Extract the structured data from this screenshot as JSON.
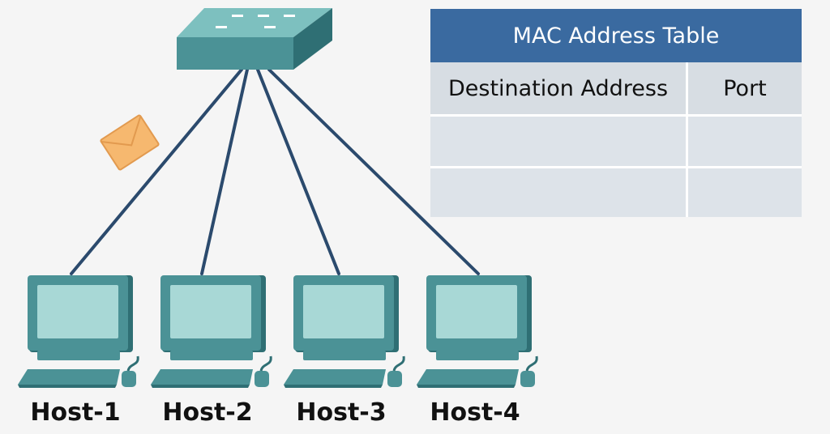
{
  "mac_table": {
    "title": "MAC Address Table",
    "columns": [
      "Destination Address",
      "Port"
    ],
    "rows": [
      [
        "",
        ""
      ],
      [
        "",
        ""
      ]
    ]
  },
  "hosts": [
    "Host-1",
    "Host-2",
    "Host-3",
    "Host-4"
  ],
  "colors": {
    "teal": "#4b9296",
    "teal_dark": "#2f6f74",
    "screen": "#a8d8d6",
    "cable": "#2b4a6d",
    "envelope": "#f6b86f",
    "table_header": "#3a6aa0",
    "table_cell": "#dde3e9"
  },
  "icons": [
    "switch-icon",
    "envelope-icon",
    "computer-icon"
  ]
}
